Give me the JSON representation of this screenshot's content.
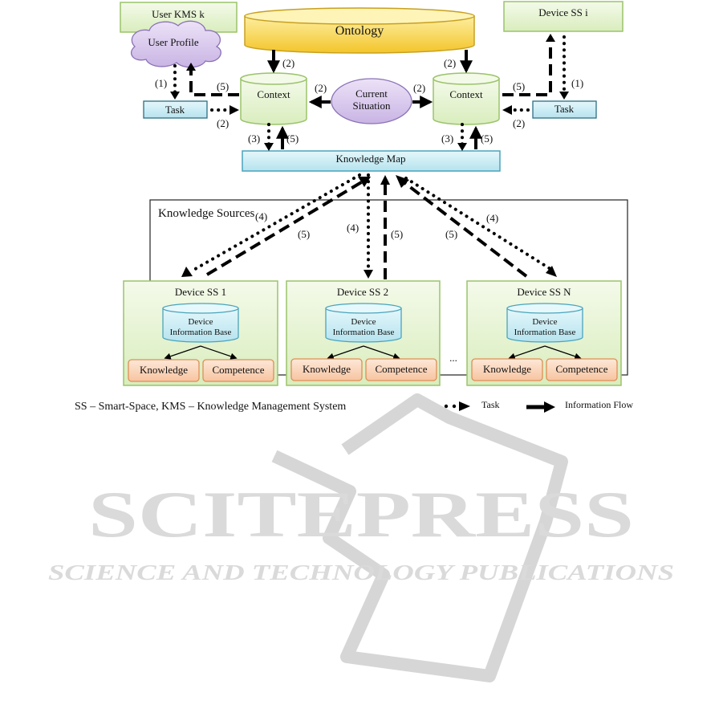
{
  "nodes": {
    "user_kms": "User KMS k",
    "user_profile": "User Profile",
    "ontology": "Ontology",
    "device_ss_i": "Device SS i",
    "context_left": "Context",
    "context_right": "Context",
    "current_situation_line1": "Current",
    "current_situation_line2": "Situation",
    "task_left": "Task",
    "task_right": "Task",
    "knowledge_map": "Knowledge Map",
    "knowledge_sources": "Knowledge Sources",
    "ellipsis": "...",
    "devices": [
      {
        "title": "Device SS 1",
        "db_line1": "Device",
        "db_line2": "Information Base",
        "knowledge": "Knowledge",
        "competence": "Competence"
      },
      {
        "title": "Device SS 2",
        "db_line1": "Device",
        "db_line2": "Information Base",
        "knowledge": "Knowledge",
        "competence": "Competence"
      },
      {
        "title": "Device SS N",
        "db_line1": "Device",
        "db_line2": "Information Base",
        "knowledge": "Knowledge",
        "competence": "Competence"
      }
    ]
  },
  "step_labels": {
    "s1": "(1)",
    "s2": "(2)",
    "s3": "(3)",
    "s4": "(4)",
    "s5": "(5)"
  },
  "legend": {
    "abbreviations": "SS – Smart-Space, KMS – Knowledge Management System",
    "task": "Task",
    "information_flow": "Information Flow"
  },
  "watermark": {
    "line1": "SCITEPRESS",
    "line2": "SCIENCE AND TECHNOLOGY PUBLICATIONS"
  },
  "colors": {
    "green_fill": "#eaf5d9",
    "green_border": "#9bc36b",
    "ontology_fill": "#f8d64a",
    "ontology_border": "#c8a020",
    "cyan_fill": "#cdeef4",
    "cyan_border": "#4aa4bc",
    "lavender_fill": "#d9c9ee",
    "orange_fill": "#fad7bf",
    "orange_border": "#de8f55",
    "watermark": "#d8d8d8"
  }
}
